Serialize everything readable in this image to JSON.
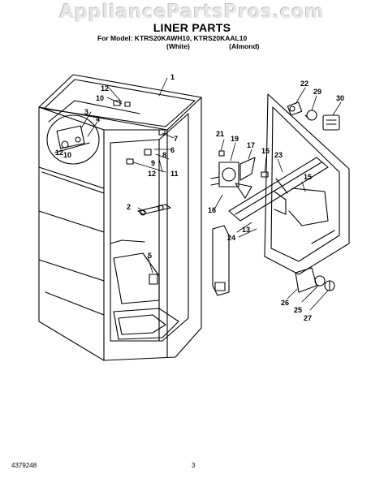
{
  "watermark": "AppliancePartsPros.com",
  "header": {
    "title": "LINER PARTS",
    "model_line": "For Model: KTRS20KAWH10, KTRS20KAAL10",
    "color_white": "(White)",
    "color_almond": "(Almond)"
  },
  "callouts": [
    "1",
    "2",
    "3",
    "4",
    "5",
    "6",
    "7",
    "8",
    "9",
    "10",
    "10",
    "11",
    "12",
    "12",
    "12",
    "13",
    "15",
    "15",
    "16",
    "17",
    "19",
    "21",
    "22",
    "23",
    "24",
    "25",
    "26",
    "27",
    "29",
    "30"
  ],
  "footer": {
    "doc_number": "4379248",
    "page_number": "3"
  }
}
